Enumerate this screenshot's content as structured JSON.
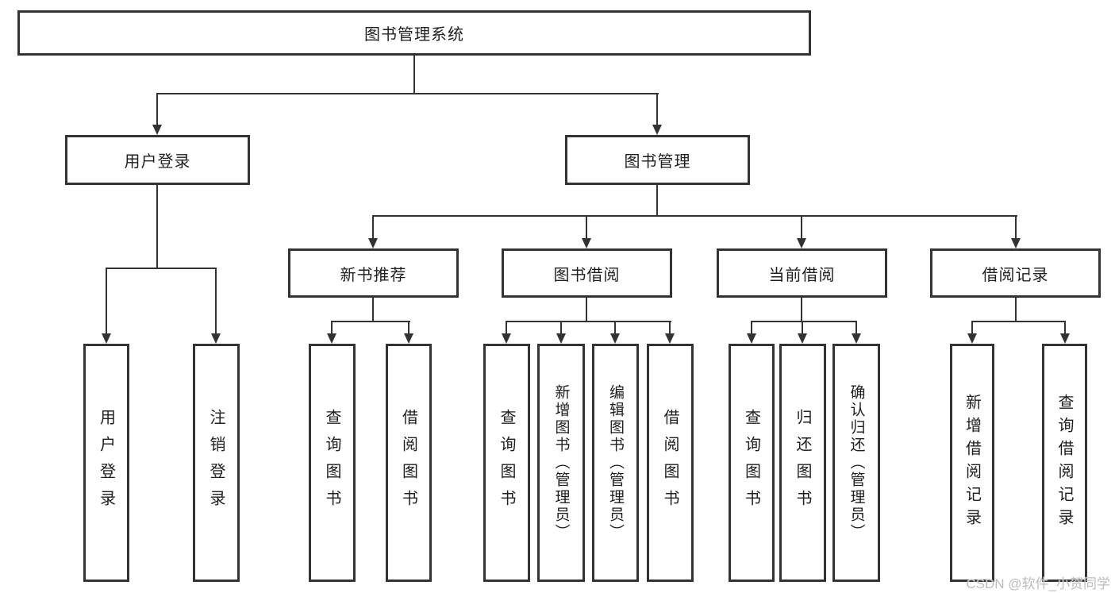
{
  "nodes": {
    "root": "图书管理系统",
    "user_login": "用户登录",
    "book_mgmt": "图书管理",
    "new_book": "新书推荐",
    "book_borrow": "图书借阅",
    "current_borrow": "当前借阅",
    "borrow_record": "借阅记录"
  },
  "leaves": {
    "user_login": [
      "用户登录",
      "注销登录"
    ],
    "new_book": [
      "查询图书",
      "借阅图书"
    ],
    "book_borrow": [
      "查询图书",
      "新增图书（管理员）",
      "编辑图书（管理员）",
      "借阅图书"
    ],
    "current_borrow": [
      "查询图书",
      "归还图书",
      "确认归还（管理员）"
    ],
    "borrow_record": [
      "新增借阅记录",
      "查询借阅记录"
    ]
  },
  "watermark": "CSDN @软件_小贺同学",
  "colors": {
    "line": "#333333",
    "text": "#1f1f1f",
    "background": "#ffffff",
    "watermark": "#b9bdc2"
  }
}
